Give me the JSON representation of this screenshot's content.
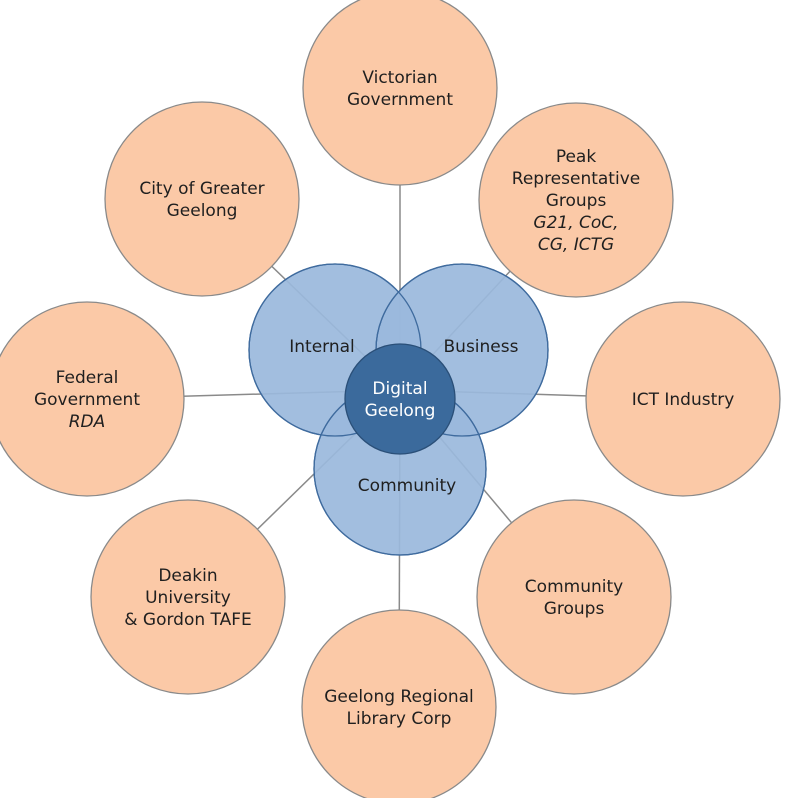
{
  "center": {
    "lines": [
      "Digital",
      "Geelong"
    ],
    "fill": "#3b6a9c"
  },
  "sectors": [
    {
      "id": "internal",
      "label": "Internal"
    },
    {
      "id": "business",
      "label": "Business"
    },
    {
      "id": "community",
      "label": "Community"
    }
  ],
  "stakeholders": [
    {
      "id": "victorian-government",
      "lines": [
        "Victorian",
        "Government"
      ],
      "italic_lines": []
    },
    {
      "id": "peak-representative-groups",
      "lines": [
        "Peak",
        "Representative",
        "Groups"
      ],
      "italic_lines": [
        "G21, CoC,",
        "CG, ICTG"
      ]
    },
    {
      "id": "ict-industry",
      "lines": [
        "ICT Industry"
      ],
      "italic_lines": []
    },
    {
      "id": "community-groups",
      "lines": [
        "Community",
        "Groups"
      ],
      "italic_lines": []
    },
    {
      "id": "geelong-regional-library-corp",
      "lines": [
        "Geelong Regional",
        "Library Corp"
      ],
      "italic_lines": []
    },
    {
      "id": "deakin-university-gordon-tafe",
      "lines": [
        "Deakin",
        "University",
        "& Gordon TAFE"
      ],
      "italic_lines": []
    },
    {
      "id": "federal-government",
      "lines": [
        "Federal",
        "Government"
      ],
      "italic_lines": [
        "RDA"
      ]
    },
    {
      "id": "city-of-greater-geelong",
      "lines": [
        "City of Greater",
        "Geelong"
      ],
      "italic_lines": []
    }
  ],
  "colors": {
    "stakeholder_fill": "#fbc9a7",
    "sector_fill": "#9ab9dc",
    "core_fill": "#3b6a9c",
    "connector": "#8a8a8a"
  }
}
